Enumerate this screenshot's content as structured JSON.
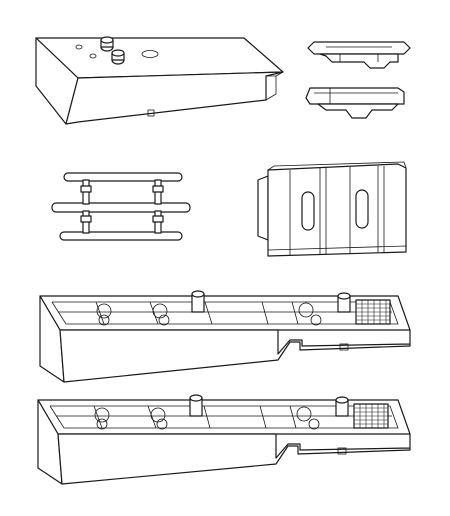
{
  "figure": {
    "kind": "technical line drawing (exploded parts view)",
    "line_color": "#1a1a1a",
    "background_color": "#ffffff",
    "parts": [
      {
        "id": "wedge-top-cover",
        "icon": "wedge-cover-icon"
      },
      {
        "id": "clip-upper",
        "icon": "clip-icon"
      },
      {
        "id": "clip-lower",
        "icon": "clip-icon"
      },
      {
        "id": "pin-rail-assembly",
        "icon": "rail-assembly-icon"
      },
      {
        "id": "slotted-plate",
        "icon": "slotted-plate-icon"
      },
      {
        "id": "wedge-housing-upper",
        "icon": "wedge-housing-icon"
      },
      {
        "id": "wedge-housing-lower",
        "icon": "wedge-housing-icon"
      }
    ]
  }
}
